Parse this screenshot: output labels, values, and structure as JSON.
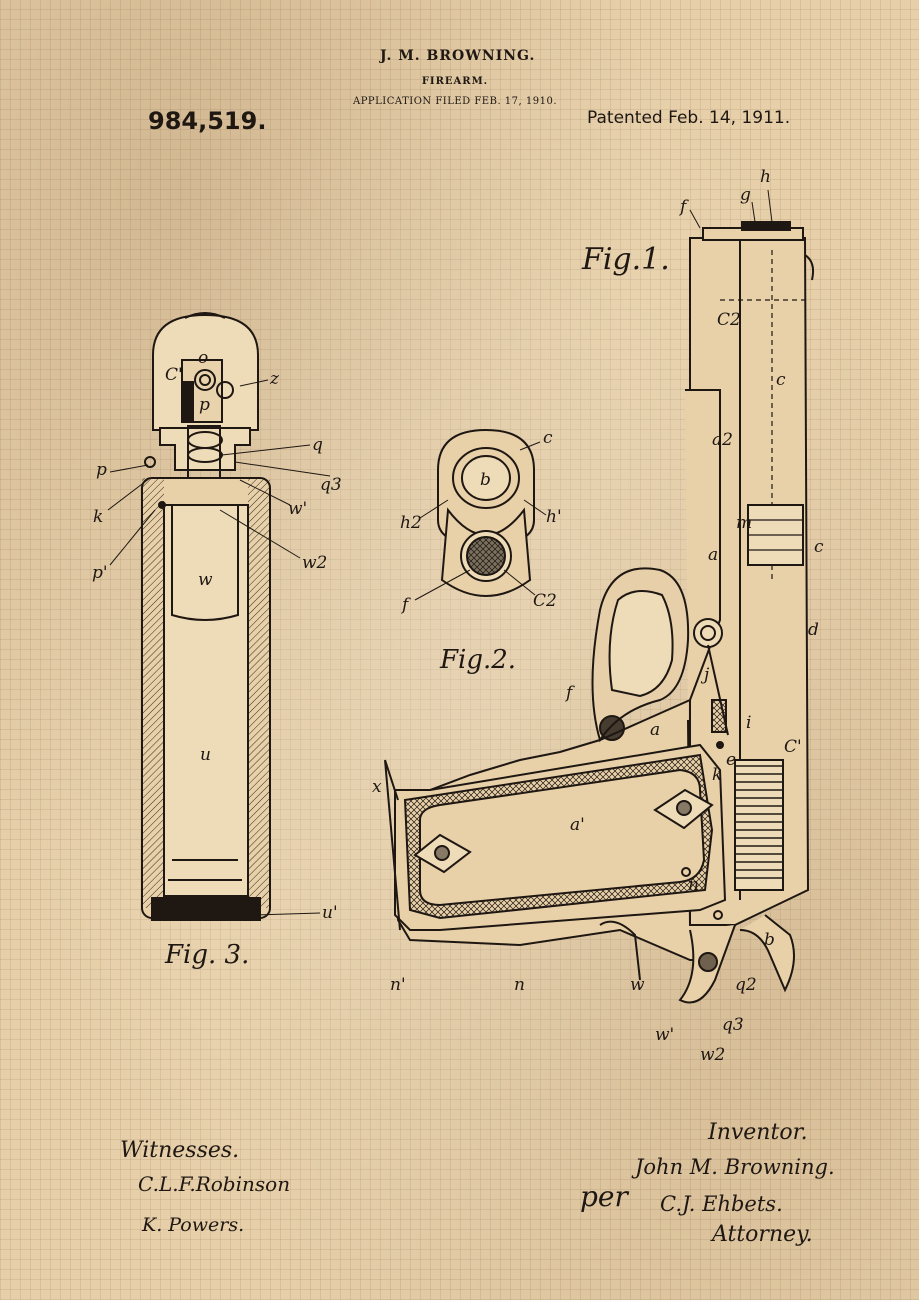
{
  "header": {
    "inventor": "J. M. BROWNING.",
    "title": "FIREARM.",
    "filed": "APPLICATION FILED FEB. 17, 1910.",
    "patent_number": "984,519.",
    "patent_date": "Patented Feb. 14, 1911."
  },
  "figures": {
    "fig1": "Fig.1.",
    "fig2": "Fig.2.",
    "fig3": "Fig. 3."
  },
  "footer": {
    "witnesses_label": "Witnesses.",
    "witness1": "C.L.F.Robinson",
    "witness2": "K. Powers.",
    "inventor_label": "Inventor.",
    "inventor_sig": "John M. Browning.",
    "per_label": "per",
    "attorney_sig": "C.J. Ehbets.",
    "attorney_label": "Attorney."
  },
  "labels": {
    "fig3": [
      "C'",
      "o",
      "p",
      "z",
      "q",
      "q3",
      "p",
      "k",
      "w'",
      "w2",
      "p'",
      "w",
      "u",
      "u'"
    ],
    "fig2": [
      "c",
      "b",
      "h2",
      "h'",
      "f",
      "C2"
    ],
    "fig1": [
      "f",
      "g",
      "h",
      "C2",
      "c",
      "a2",
      "m",
      "c",
      "a",
      "d",
      "f",
      "a",
      "b",
      "C'",
      "x",
      "a'",
      "n",
      "n'",
      "n",
      "w",
      "w'",
      "w2",
      "q3",
      "q2",
      "e",
      "k",
      "i",
      "j"
    ]
  },
  "colors": {
    "paper": "#e6cfa9",
    "ink": "#1e1712"
  }
}
